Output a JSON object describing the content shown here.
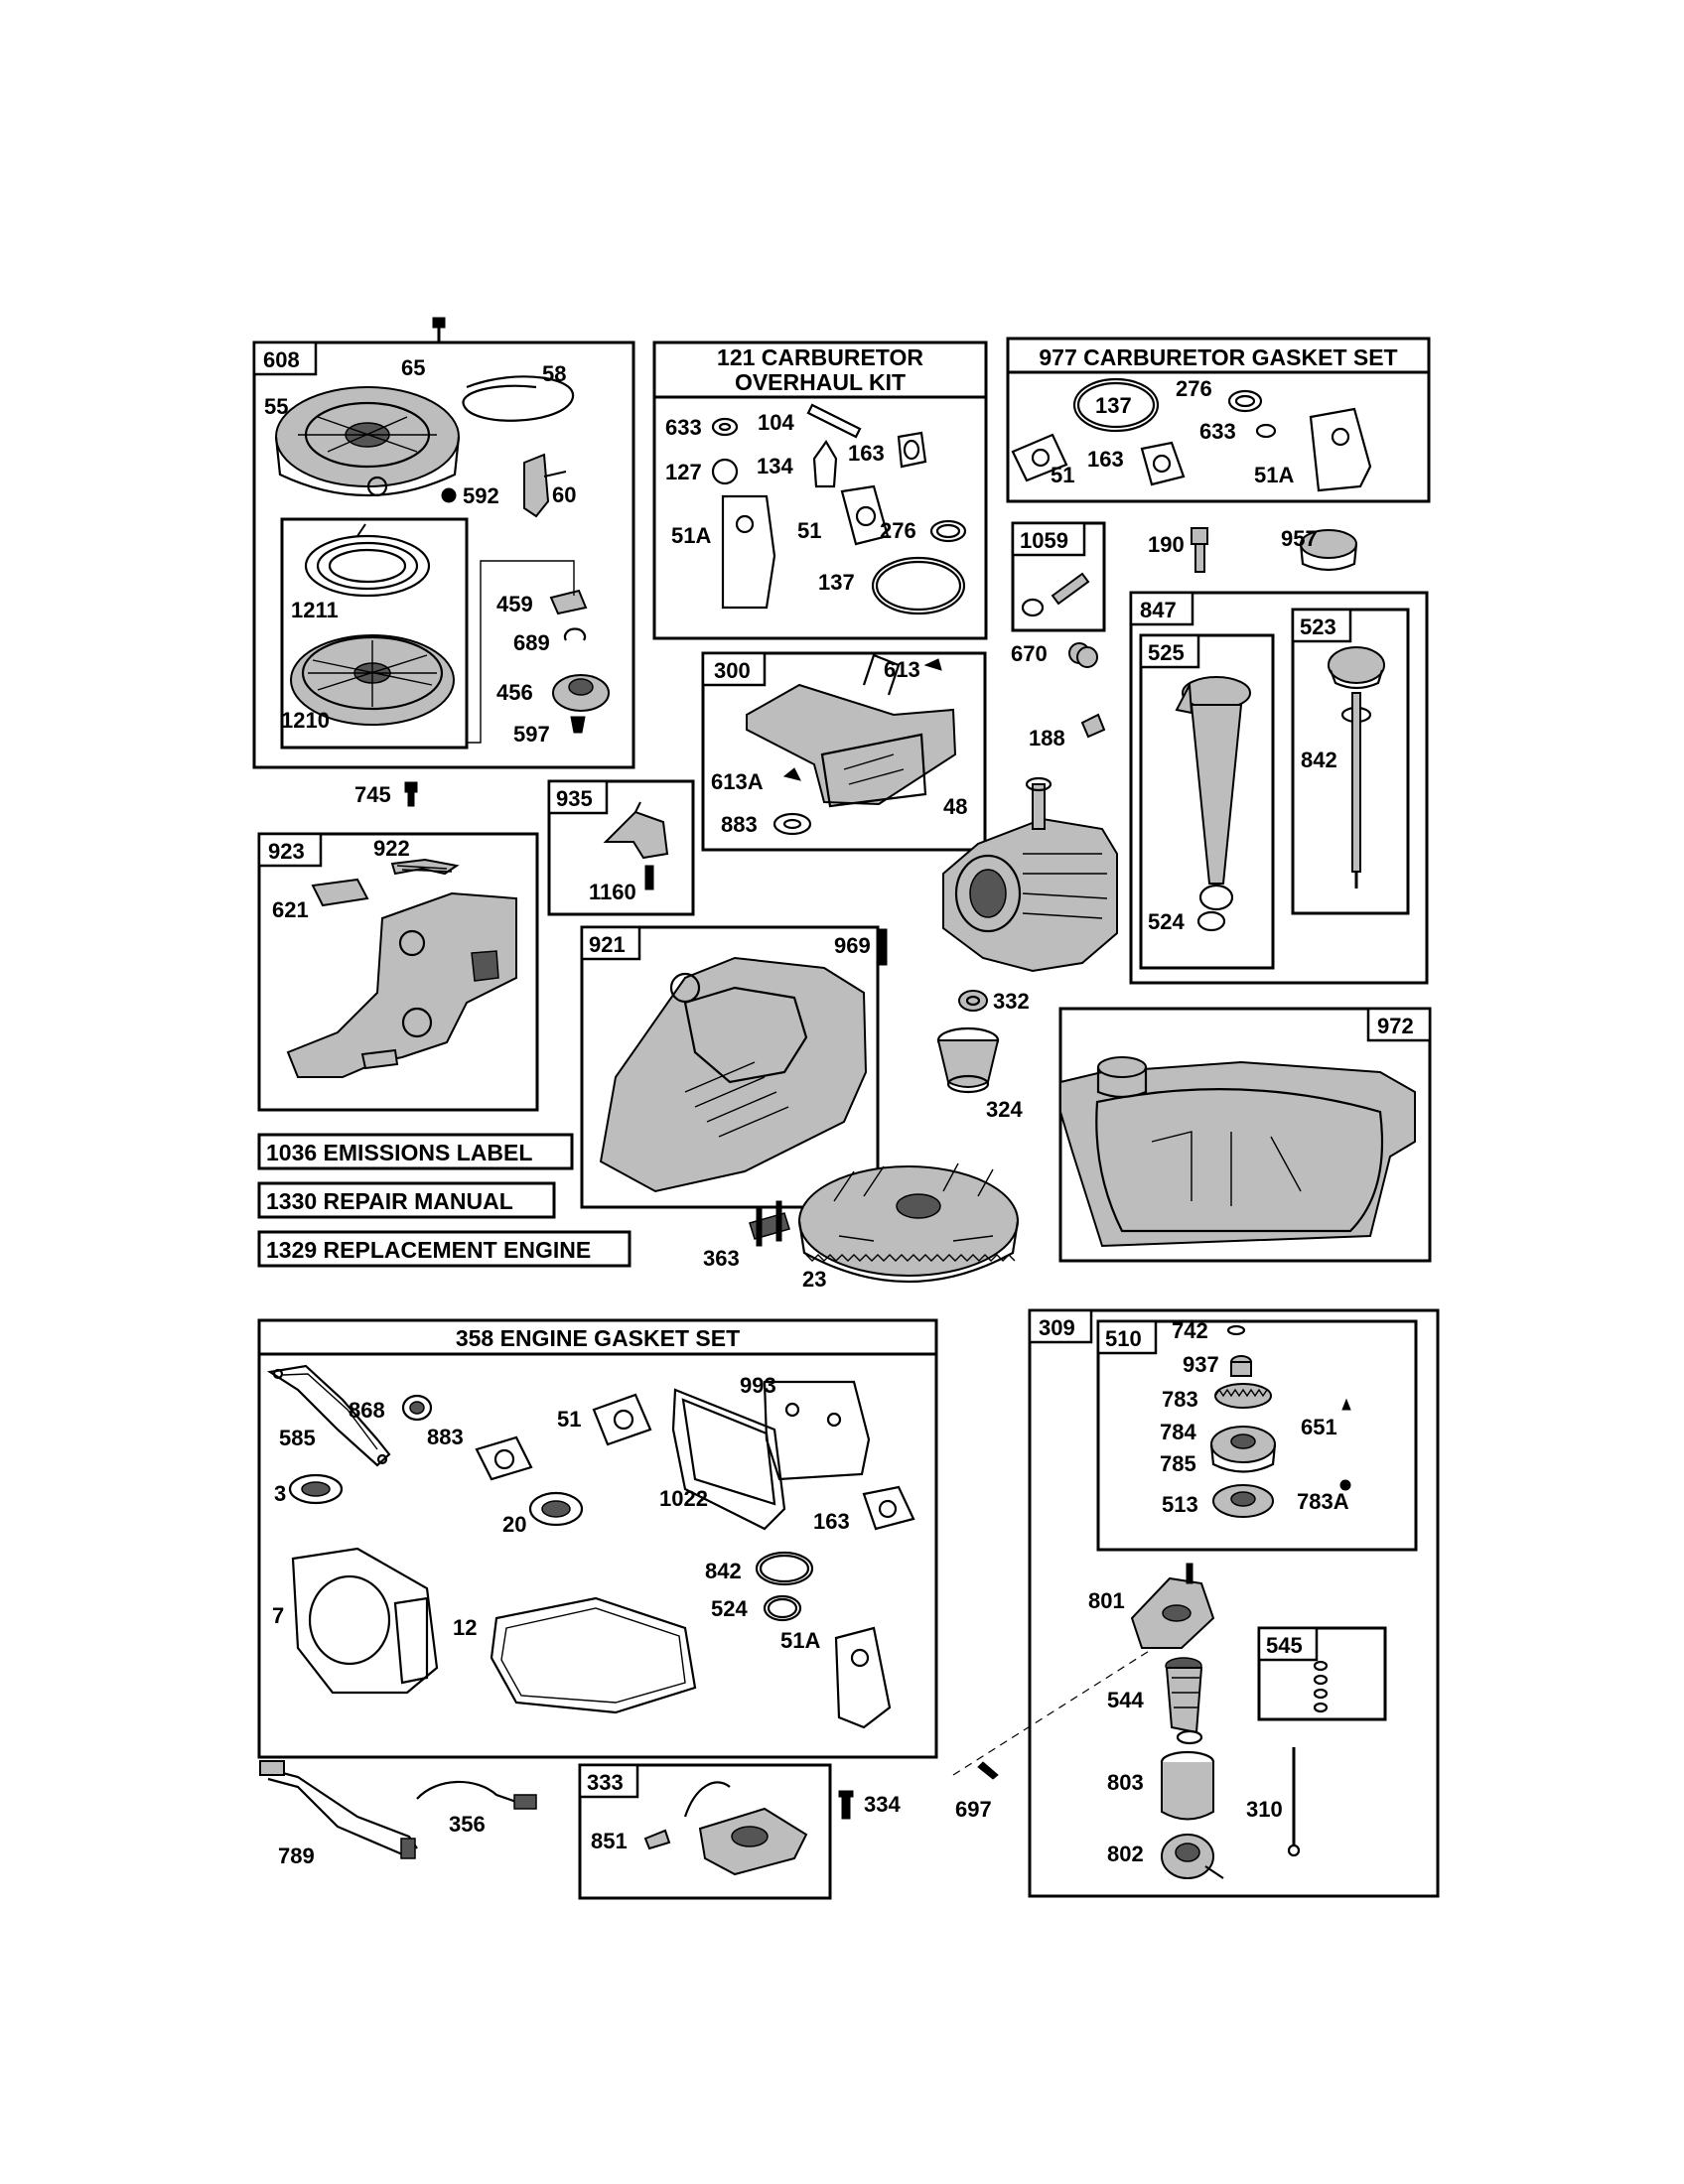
{
  "titles": {
    "carb_overhaul": "121 CARBURETOR",
    "carb_overhaul_2": "OVERHAUL KIT",
    "carb_gasket": "977 CARBURETOR  GASKET SET",
    "engine_gasket": "358 ENGINE GASKET SET",
    "emissions": "1036 EMISSIONS LABEL",
    "repair_manual": "1330 REPAIR MANUAL",
    "replacement_engine": "1329 REPLACEMENT ENGINE"
  },
  "tags": {
    "t608": "608",
    "t300": "300",
    "t1059": "1059",
    "t847": "847",
    "t525": "525",
    "t523": "523",
    "t935": "935",
    "t923": "923",
    "t921": "921",
    "t972": "972",
    "t309": "309",
    "t510": "510",
    "t545": "545",
    "t333": "333"
  },
  "labels": {
    "l65": "65",
    "l58": "58",
    "l55": "55",
    "l592": "592",
    "l60": "60",
    "l1211": "1211",
    "l459": "459",
    "l689": "689",
    "l456": "456",
    "l1210": "1210",
    "l597": "597",
    "l633a": "633",
    "l104": "104",
    "l127": "127",
    "l134": "134",
    "l163a": "163",
    "l51Aa": "51A",
    "l51a": "51",
    "l276a": "276",
    "l137a": "137",
    "l137b": "137",
    "l276b": "276",
    "l633b": "633",
    "l163b": "163",
    "l51b": "51",
    "l51Ab": "51A",
    "l190": "190",
    "l957": "957",
    "l670": "670",
    "l188": "188",
    "l613": "613",
    "l613A": "613A",
    "l883a": "883",
    "l48": "48",
    "l745": "745",
    "l1160": "1160",
    "l922": "922",
    "l621": "621",
    "l969": "969",
    "l332": "332",
    "l324": "324",
    "l842a": "842",
    "l524a": "524",
    "l363": "363",
    "l23": "23",
    "l868": "868",
    "l585": "585",
    "l883b": "883",
    "l51c": "51",
    "l993": "993",
    "l3": "3",
    "l20": "20",
    "l1022": "1022",
    "l163c": "163",
    "l7": "7",
    "l12": "12",
    "l842b": "842",
    "l524b": "524",
    "l51Ac": "51A",
    "l742": "742",
    "l937": "937",
    "l783": "783",
    "l784": "784",
    "l651": "651",
    "l785": "785",
    "l513": "513",
    "l783A": "783A",
    "l801": "801",
    "l544": "544",
    "l803": "803",
    "l802": "802",
    "l310": "310",
    "l697": "697",
    "l356": "356",
    "l789": "789",
    "l851": "851",
    "l334": "334"
  }
}
